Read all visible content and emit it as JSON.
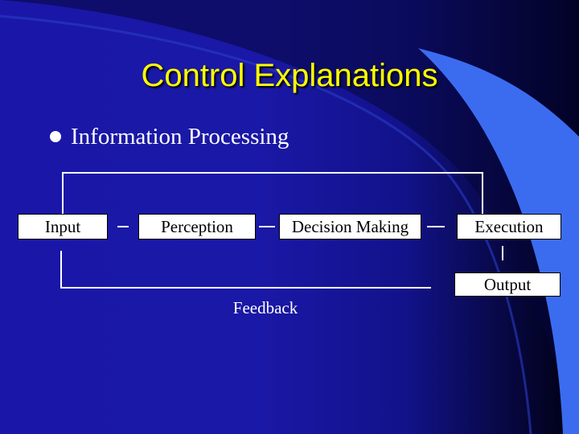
{
  "slide": {
    "title": "Control Explanations",
    "bullet": "Information Processing"
  },
  "diagram": {
    "input": "Input",
    "perception": "Perception",
    "decision": "Decision Making",
    "execution": "Execution",
    "output": "Output",
    "feedback": "Feedback"
  },
  "colors": {
    "background": "#1a18a6",
    "accent_swoosh": "#3b6cf0",
    "title": "#ffff00",
    "text": "#ffffff",
    "box_fill": "#ffffff",
    "box_text": "#000000"
  }
}
